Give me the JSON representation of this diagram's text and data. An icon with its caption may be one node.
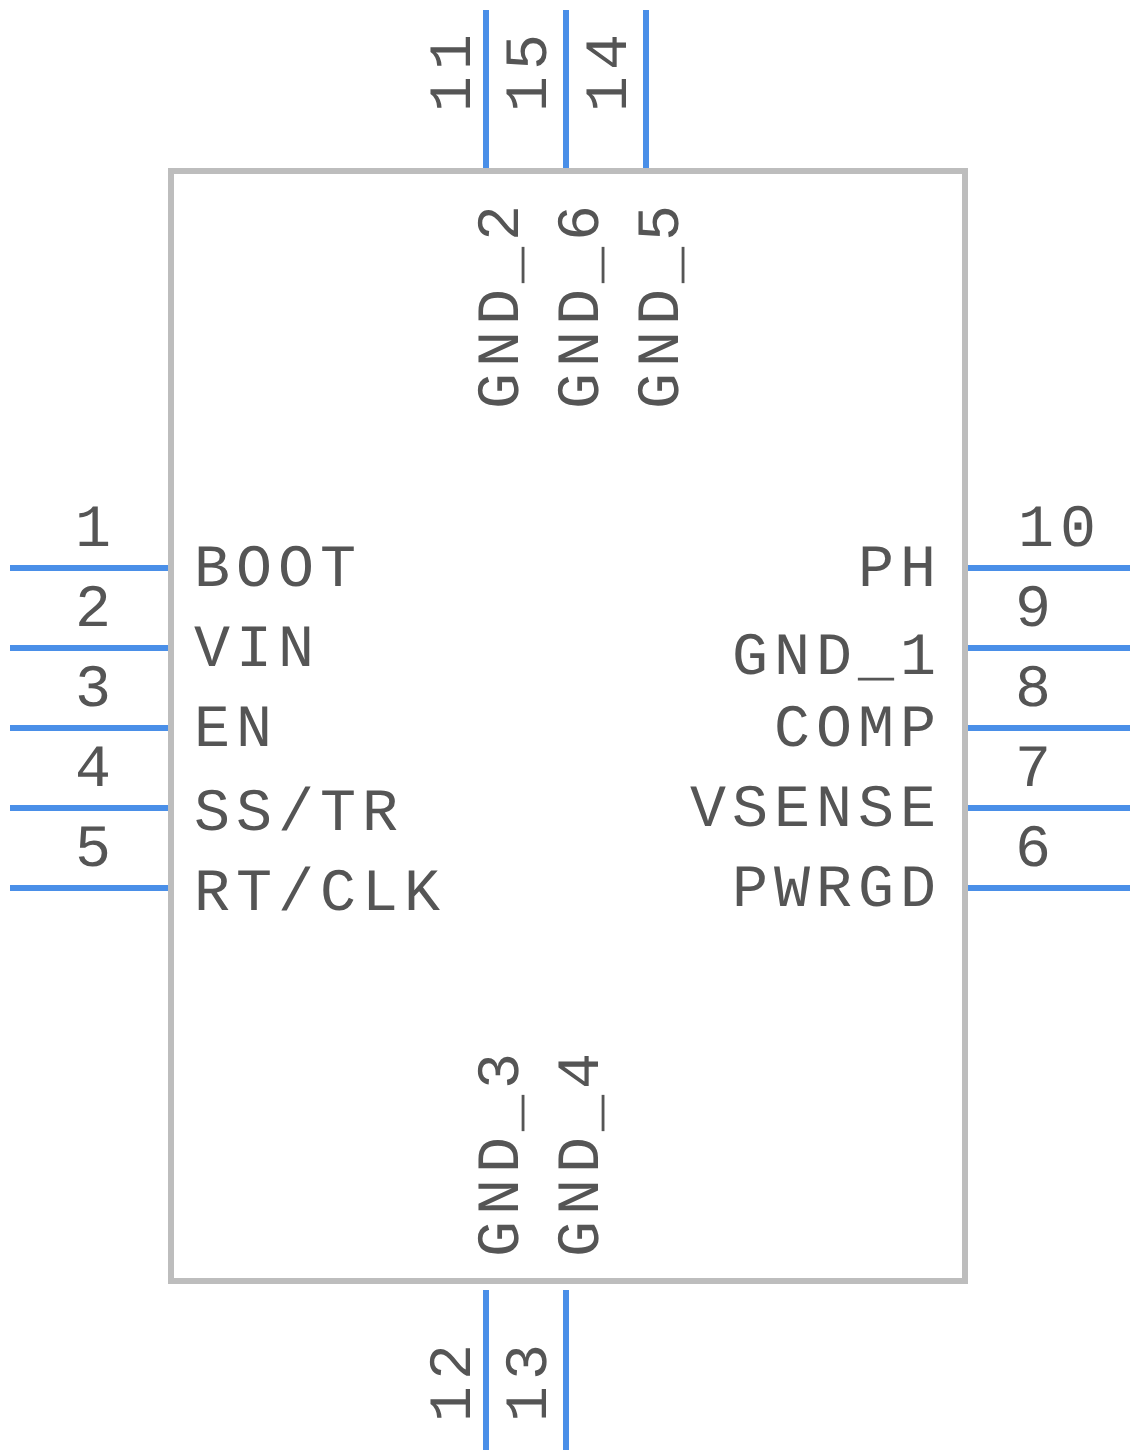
{
  "diagram": {
    "nodes": [
      {
        "text": [],
        "shape": "box"
      }
    ],
    "edges": [],
    "labels": [
      "11",
      "15",
      "14",
      "GND_2",
      "GND_6",
      "GND_5",
      "1",
      "10",
      "BOOT",
      "PH",
      "2",
      "9",
      "VIN",
      "GND_1",
      "3",
      "8",
      "EN",
      "COMP",
      "4",
      "7",
      "SS/TR",
      "VSENSE",
      "5",
      "6",
      "RT/CLK",
      "PWRGD",
      "GND_3",
      "GND_4",
      "12",
      "13"
    ]
  }
}
